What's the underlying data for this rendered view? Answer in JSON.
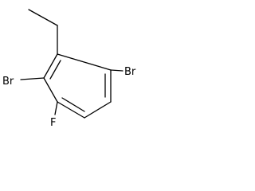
{
  "molecule": {
    "atoms": {
      "br1": "Br",
      "br2": "Br",
      "f": "F"
    }
  }
}
